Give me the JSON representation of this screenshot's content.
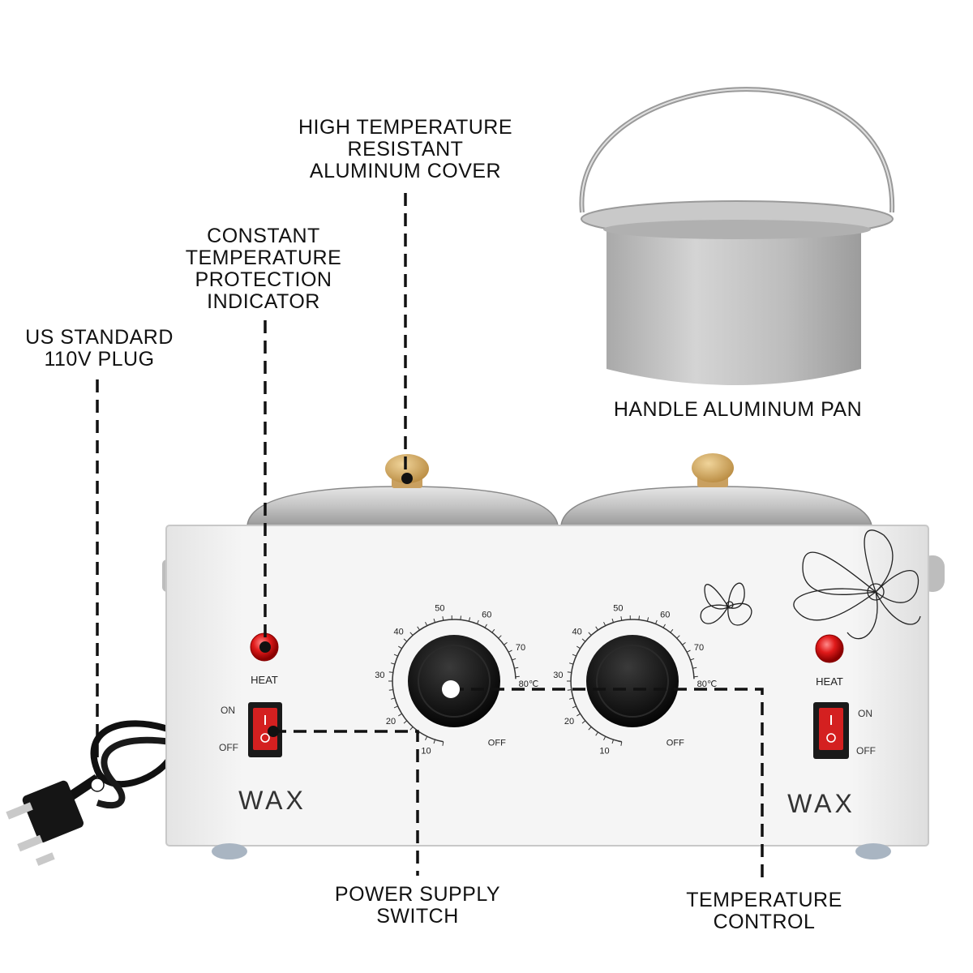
{
  "callouts": {
    "plug": "US STANDARD\n110V PLUG",
    "indicator": "CONSTANT\nTEMPERATURE\nPROTECTION\nINDICATOR",
    "cover": "HIGH TEMPERATURE\nRESISTANT\nALUMINUM COVER",
    "pan": "HANDLE ALUMINUM PAN",
    "switch": "POWER SUPPLY\nSWITCH",
    "temp": "TEMPERATURE\nCONTROL"
  },
  "unit": {
    "left_brand": "WAX",
    "right_brand": "WAX",
    "left_heat": "HEAT",
    "right_heat": "HEAT",
    "switch_on": "ON",
    "switch_off": "OFF"
  },
  "dial": {
    "scale": [
      "OFF",
      "10",
      "20",
      "30",
      "40",
      "50",
      "60",
      "70",
      "80℃"
    ]
  },
  "colors": {
    "indicator_red": "#e01a1a",
    "switch_red": "#d42020",
    "knob_black": "#111111",
    "body_white": "#f2f2f2",
    "aluminum": "#c8c8c8",
    "wood_knob": "#d9b070"
  }
}
